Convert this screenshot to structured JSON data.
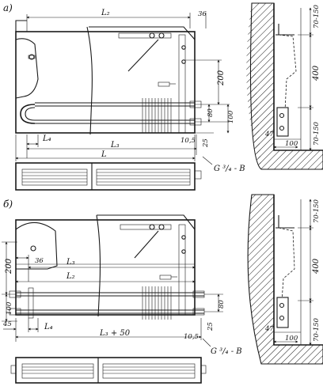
{
  "figure_a": {
    "label": "а)",
    "dims": {
      "L2": "L₂",
      "d36": "36",
      "d200": "200",
      "d80": "80",
      "d100": "100",
      "d10_5": "10,5",
      "d25": "25",
      "L4": "L₄",
      "L3": "L₃",
      "L": "L",
      "thread": "G ³/₄ - В"
    },
    "install": {
      "d70_150_top": "70-150",
      "d400": "400",
      "d70_150_bot": "70-150",
      "d47": "47",
      "d100": "100"
    }
  },
  "figure_b": {
    "label": "б)",
    "dims": {
      "d36": "36",
      "L3": "L₃",
      "L2": "L₂",
      "d200": "200",
      "d100": "100",
      "d45": "45",
      "L4": "L₄",
      "L3_50": "L₃ + 50",
      "d80": "80",
      "d25": "25",
      "d10_5": "10,5",
      "thread": "G ³/₄ - В"
    },
    "install": {
      "d70_150_top": "70-150",
      "d400": "400",
      "d70_150_bot": "70-150",
      "d47": "47",
      "d100": "100"
    }
  }
}
